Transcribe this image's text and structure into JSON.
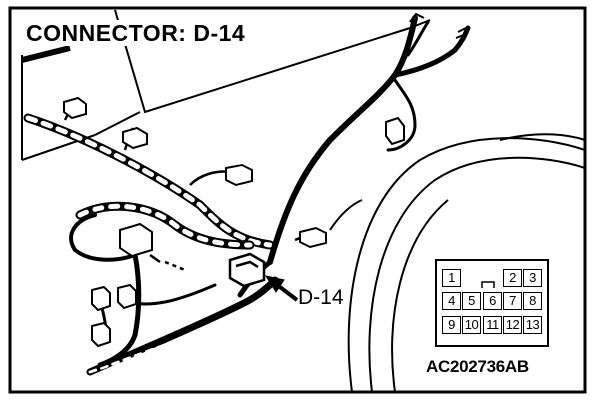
{
  "title": "CONNECTOR: D-14",
  "callout_label": "D-14",
  "figure_id": "AC202736AB",
  "connector_pins": {
    "row1": [
      "1",
      "2",
      "3"
    ],
    "row2": [
      "4",
      "5",
      "6",
      "7",
      "8"
    ],
    "row3": [
      "9",
      "10",
      "11",
      "12",
      "13"
    ]
  },
  "colors": {
    "ink": "#000000",
    "paper": "#ffffff"
  }
}
